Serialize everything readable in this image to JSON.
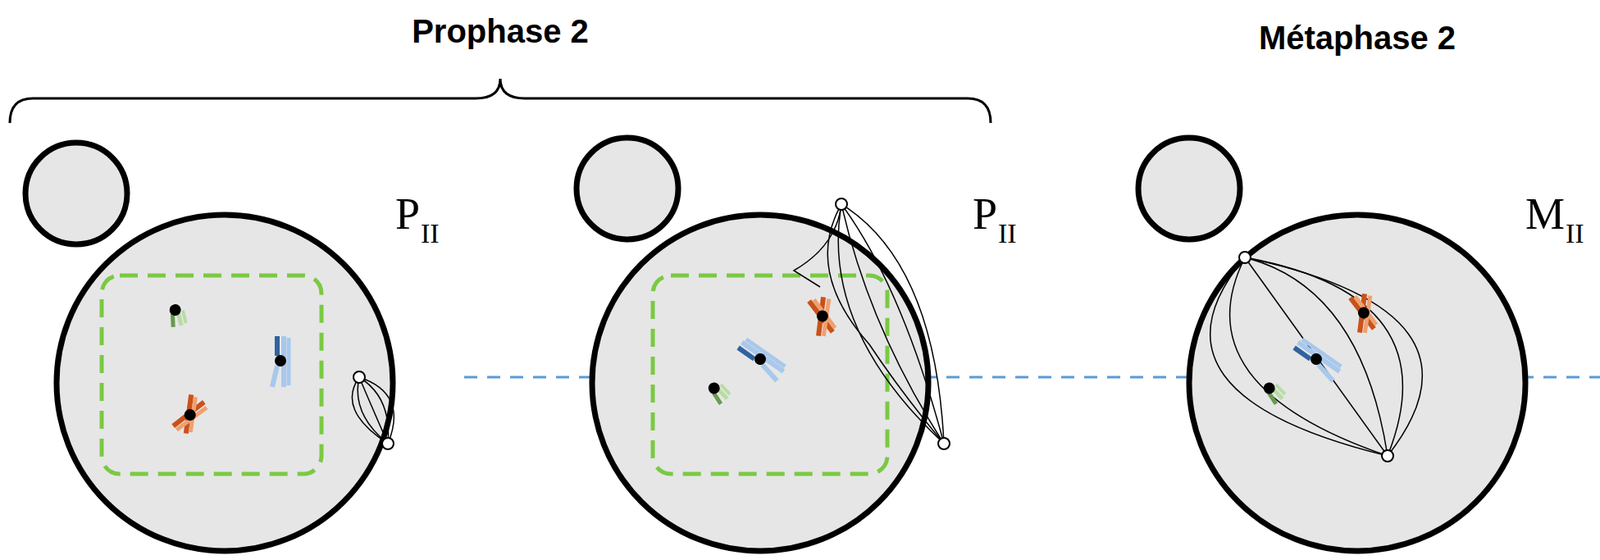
{
  "diagram": {
    "labels": [
      "Prophase 2",
      "Métaphase 2",
      "P",
      "II",
      "P",
      "II",
      "M",
      "II"
    ]
  }
}
